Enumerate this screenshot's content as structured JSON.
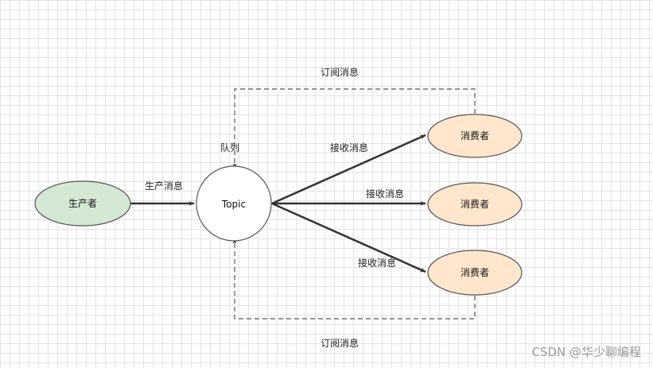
{
  "nodes": {
    "producer": {
      "label": "生产者",
      "fill": "#d5e8d4",
      "stroke": "#555555"
    },
    "topic": {
      "label": "Topic",
      "fill": "#ffffff",
      "stroke": "#555555"
    },
    "consumers": [
      {
        "label": "消费者",
        "fill": "#ffe6cc",
        "stroke": "#555555"
      },
      {
        "label": "消费者",
        "fill": "#ffe6cc",
        "stroke": "#555555"
      },
      {
        "label": "消费者",
        "fill": "#ffe6cc",
        "stroke": "#555555"
      }
    ]
  },
  "edges": {
    "produce": "生产消息",
    "receive": [
      "接收消息",
      "接收消息",
      "接收消息"
    ],
    "subscribe_top": "订阅消息",
    "subscribe_bottom": "订阅消息",
    "queue": "队列"
  },
  "watermark": "CSDN @华少聊编程",
  "colors": {
    "arrow": "#333333",
    "dashed": "#555555"
  }
}
